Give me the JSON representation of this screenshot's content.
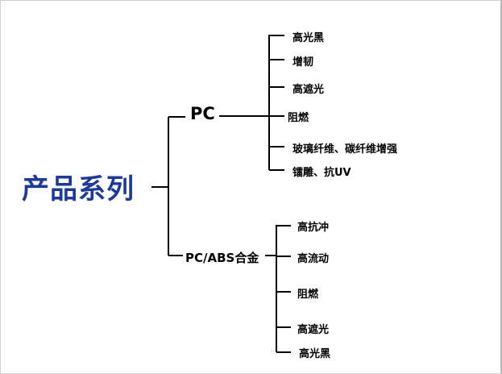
{
  "root": {
    "label": "产品系列"
  },
  "branches": [
    {
      "label": "PC",
      "items": [
        "高光黑",
        "增韧",
        "高遮光",
        "阻燃",
        "玻璃纤维、碳纤维增强",
        "镭雕、抗UV"
      ]
    },
    {
      "label": "PC/ABS合金",
      "items": [
        "高抗冲",
        "高流动",
        "阻燃",
        "高遮光",
        "高光黑"
      ]
    }
  ],
  "colors": {
    "root": "#1f3a93",
    "line": "#000000"
  }
}
